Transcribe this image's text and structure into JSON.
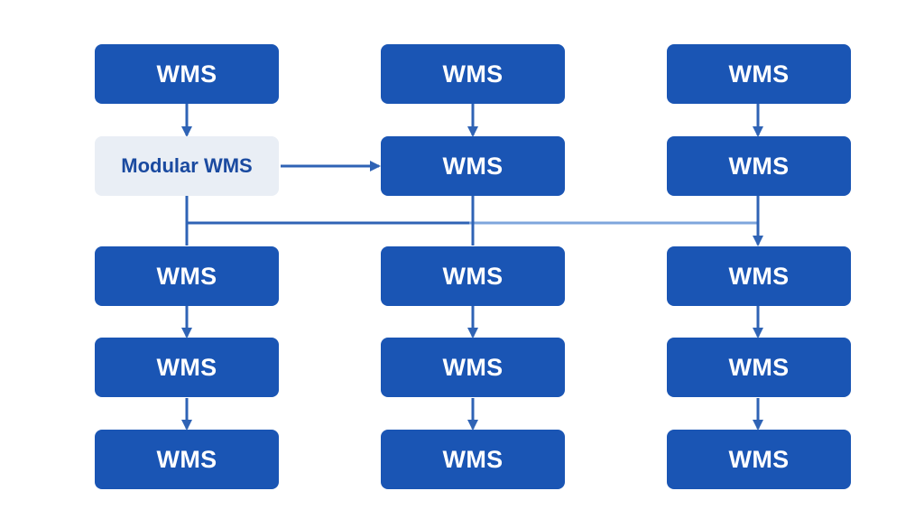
{
  "diagram": {
    "nodes": [
      {
        "id": "c1r1",
        "label": "WMS"
      },
      {
        "id": "c1r2",
        "label": "Modular WMS"
      },
      {
        "id": "c1r3",
        "label": "WMS"
      },
      {
        "id": "c1r4",
        "label": "WMS"
      },
      {
        "id": "c1r5",
        "label": "WMS"
      },
      {
        "id": "c2r1",
        "label": "WMS"
      },
      {
        "id": "c2r2",
        "label": "WMS"
      },
      {
        "id": "c2r3",
        "label": "WMS"
      },
      {
        "id": "c2r4",
        "label": "WMS"
      },
      {
        "id": "c2r5",
        "label": "WMS"
      },
      {
        "id": "c3r1",
        "label": "WMS"
      },
      {
        "id": "c3r2",
        "label": "WMS"
      },
      {
        "id": "c3r3",
        "label": "WMS"
      },
      {
        "id": "c3r4",
        "label": "WMS"
      },
      {
        "id": "c3r5",
        "label": "WMS"
      }
    ],
    "colors": {
      "node_fill": "#1a55b4",
      "node_text": "#ffffff",
      "modular_fill": "#e9eef5",
      "modular_text": "#1a4aa0",
      "arrow": "#2f63b5",
      "connector_light": "#7ea6dc"
    }
  }
}
